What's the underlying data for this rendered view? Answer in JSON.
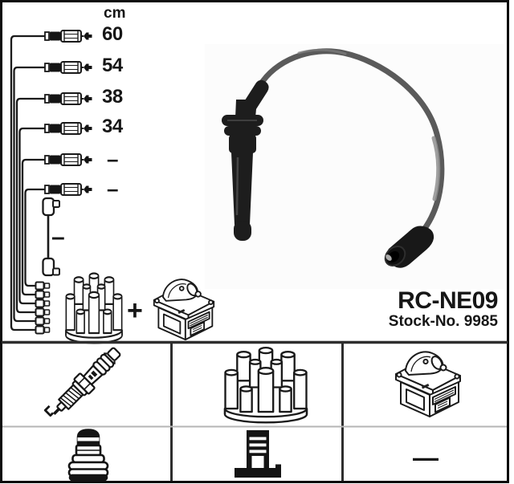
{
  "header": {
    "unit": "cm"
  },
  "diagram": {
    "wire_lengths": [
      "60",
      "54",
      "38",
      "34",
      "–",
      "–"
    ],
    "coil_wire_length": "–",
    "plus": "+"
  },
  "product": {
    "model": "RC-NE09",
    "stock": "Stock-No. 9985"
  },
  "parts_table": {
    "row1_icons": [
      "spark-plug",
      "distributor-cap",
      "ignition-coil"
    ],
    "row2_icons": [
      "spark-plug-boot",
      "distributor-terminal",
      "none-marker"
    ],
    "none_marker": "—"
  },
  "colors": {
    "ink": "#1a1a1a",
    "cable_gray": "#5a5a5a",
    "boot_black": "#1d1d1d",
    "background": "#ffffff"
  }
}
